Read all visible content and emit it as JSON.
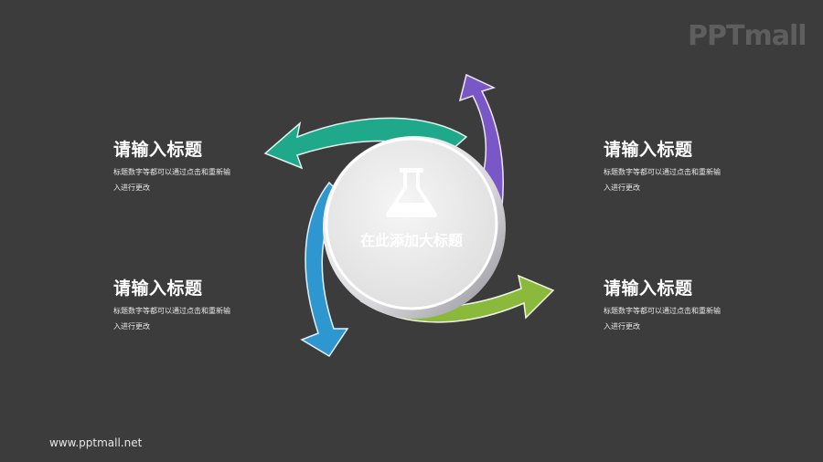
{
  "logo": "PPTmall",
  "center": {
    "title": "在此添加大标题",
    "icon": "flask-icon"
  },
  "blocks": [
    {
      "title": "请输入标题",
      "desc": "标题数字等都可以通过点击和重新输入进行更改",
      "position": "top-left"
    },
    {
      "title": "请输入标题",
      "desc": "标题数字等都可以通过点击和重新输入进行更改",
      "position": "top-right"
    },
    {
      "title": "请输入标题",
      "desc": "标题数字等都可以通过点击和重新输入进行更改",
      "position": "bottom-left"
    },
    {
      "title": "请输入标题",
      "desc": "标题数字等都可以通过点击和重新输入进行更改",
      "position": "bottom-right"
    }
  ],
  "arrows": [
    {
      "name": "teal-arrow",
      "color": "#1fa88a"
    },
    {
      "name": "purple-arrow",
      "color": "#7a57c6"
    },
    {
      "name": "green-arrow",
      "color": "#8ab93c"
    },
    {
      "name": "blue-arrow",
      "color": "#2f97cf"
    }
  ],
  "footer": "www.pptmall.net"
}
